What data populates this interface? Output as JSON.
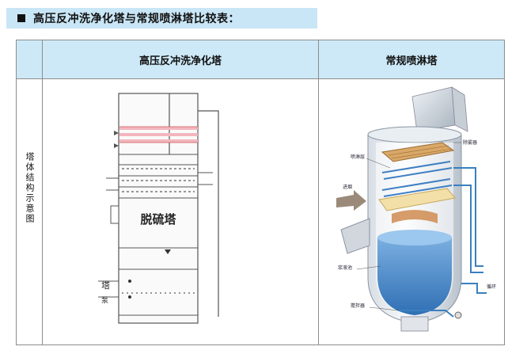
{
  "title": "高压反冲洗净化塔与常规喷淋塔比较表：",
  "table": {
    "col1_header": "高压反冲洗净化塔",
    "col2_header": "常规喷淋塔",
    "row_label": "塔体结构示意图"
  },
  "diagram_left": {
    "center_label": "脱硫塔",
    "side_label_1": "塔",
    "side_label_2": "泵"
  },
  "diagram_right": {
    "label_top_right": "除雾器",
    "label_spray": "喷淋层",
    "label_inlet": "进烟",
    "label_pool": "浆液池",
    "label_agitator": "搅拌器",
    "label_right_small": "循环"
  },
  "colors": {
    "title_bar": "#c9e6f6",
    "header_bg": "#cde9f7",
    "tower_blue": "#3b7fc4"
  }
}
